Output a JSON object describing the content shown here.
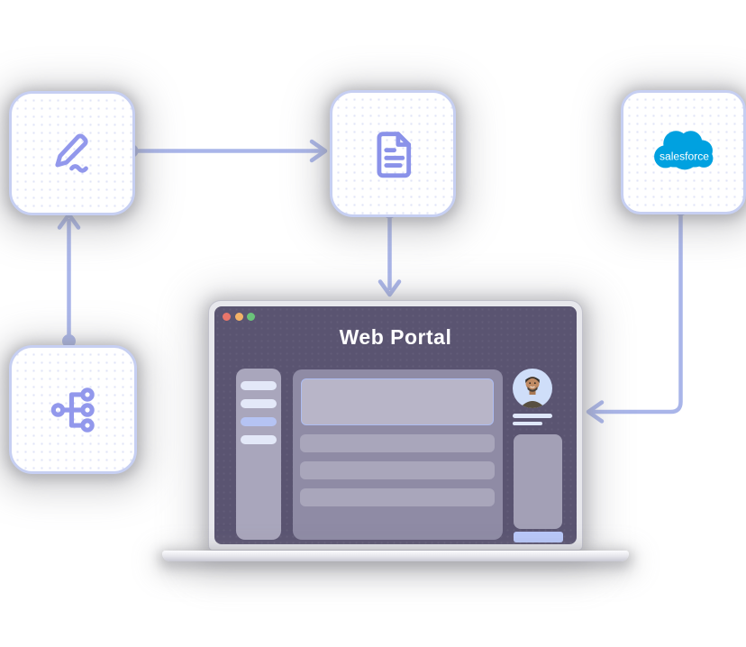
{
  "diagram": {
    "nodes": [
      {
        "id": "signature",
        "icon": "signature-pen-icon",
        "label": ""
      },
      {
        "id": "document",
        "icon": "document-icon",
        "label": ""
      },
      {
        "id": "salesforce",
        "icon": "salesforce-logo",
        "label": "salesforce"
      },
      {
        "id": "integration",
        "icon": "integration-tree-icon",
        "label": ""
      }
    ],
    "connections": [
      {
        "from": "signature",
        "to": "document",
        "shape": "horizontal-right"
      },
      {
        "from": "document",
        "to": "web-portal",
        "shape": "vertical-down"
      },
      {
        "from": "salesforce",
        "to": "web-portal",
        "shape": "down-then-left"
      },
      {
        "from": "integration",
        "to": "signature",
        "shape": "vertical-up"
      }
    ]
  },
  "laptop": {
    "title": "Web Portal",
    "traffic_lights": [
      "#e9756a",
      "#f2b267",
      "#6ac47a"
    ],
    "sidebar_bars": 4,
    "content_rows": 3,
    "has_hero_box": true,
    "has_avatar": true,
    "has_right_panel": true,
    "has_right_cta": true
  },
  "colors": {
    "arrow": "#a9b5e9",
    "node_border": "#c6cff2",
    "node_fill": "#ffffff",
    "node_dot_pattern": "#e0e4f7",
    "icon_stroke": "#9298ec",
    "salesforce_blue": "#00a1e0",
    "screen_background": "#5a5471",
    "sidebar_fill": "#a9a6bc",
    "sidebar_bar_light": "#e3e8f8",
    "sidebar_bar_accent": "#b5c3f3",
    "main_panel_fill": "#8f8ba5",
    "hero_fill": "#b8b5c8",
    "hero_border": "#aebdf1",
    "row_fill": "#a9a6bb",
    "right_panel_fill": "#a3a0b6",
    "right_cta_fill": "#b9c8fa",
    "avatar_background": "#cfdef9",
    "bezel_fill": "#e7e7ec",
    "title_color": "#ffffff"
  }
}
